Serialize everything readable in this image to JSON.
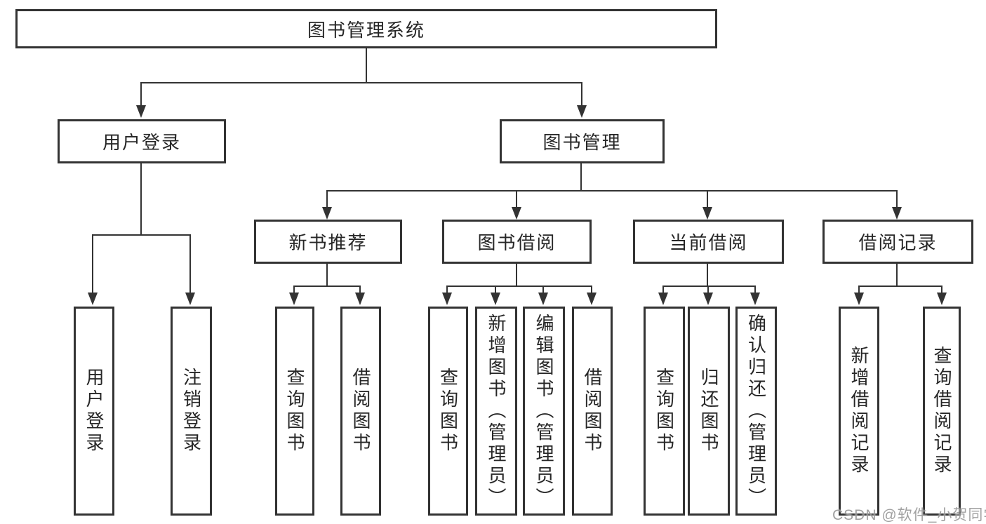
{
  "nodes": {
    "root": "图书管理系统",
    "level2": {
      "user_login": "用户登录",
      "book_management": "图书管理"
    },
    "level3": {
      "new_book_recommend": "新书推荐",
      "book_borrow": "图书借阅",
      "current_borrow": "当前借阅",
      "borrow_record": "借阅记录"
    },
    "leaves": {
      "user_login": [
        "用户登录",
        "注销登录"
      ],
      "new_book_recommend": [
        "查询图书",
        "借阅图书"
      ],
      "book_borrow": [
        "查询图书",
        "新增图书（管理员）",
        "编辑图书（管理员）",
        "借阅图书"
      ],
      "current_borrow": [
        "查询图书",
        "归还图书",
        "确认归还（管理员）"
      ],
      "borrow_record": [
        "新增借阅记录",
        "查询借阅记录"
      ]
    }
  },
  "watermark": "CSDN @软件_小贺同学",
  "colors": {
    "line": "#333333",
    "box_border": "#333333",
    "text": "#262626",
    "watermark": "#919191",
    "background": "#ffffff"
  }
}
